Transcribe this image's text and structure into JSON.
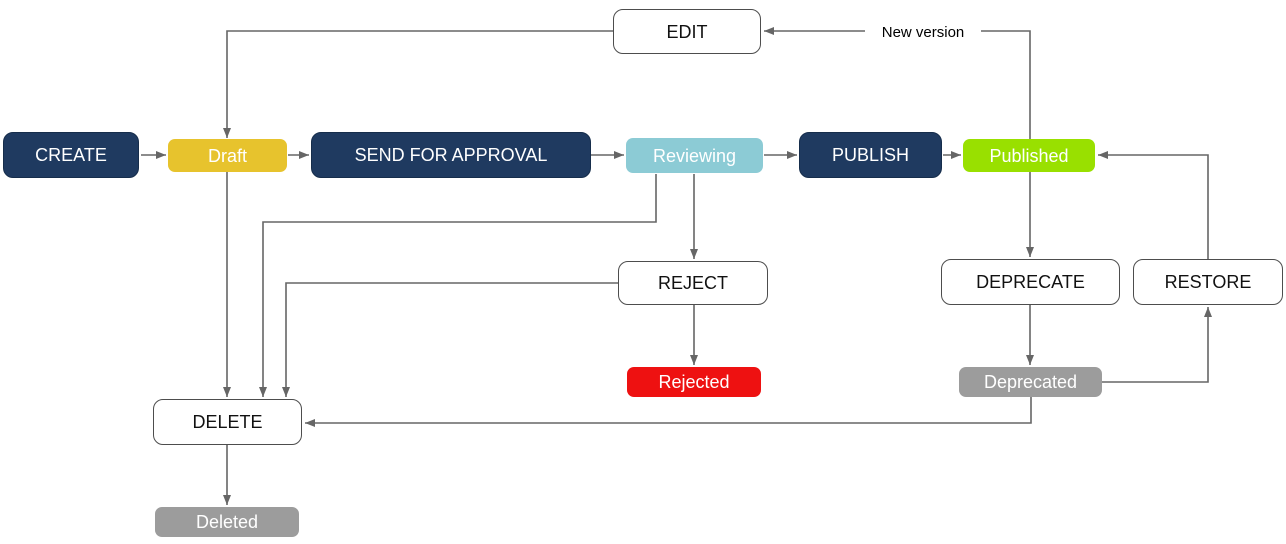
{
  "nodes": {
    "create": {
      "label": "CREATE",
      "kind": "action"
    },
    "draft": {
      "label": "Draft",
      "kind": "state"
    },
    "send_for_approval": {
      "label": "SEND FOR APPROVAL",
      "kind": "action"
    },
    "reviewing": {
      "label": "Reviewing",
      "kind": "state"
    },
    "publish": {
      "label": "PUBLISH",
      "kind": "action"
    },
    "published": {
      "label": "Published",
      "kind": "state"
    },
    "edit": {
      "label": "EDIT",
      "kind": "action"
    },
    "reject": {
      "label": "REJECT",
      "kind": "action"
    },
    "rejected": {
      "label": "Rejected",
      "kind": "state"
    },
    "delete": {
      "label": "DELETE",
      "kind": "action"
    },
    "deleted": {
      "label": "Deleted",
      "kind": "state"
    },
    "deprecate": {
      "label": "DEPRECATE",
      "kind": "action"
    },
    "restore": {
      "label": "RESTORE",
      "kind": "action"
    },
    "deprecated": {
      "label": "Deprecated",
      "kind": "state"
    }
  },
  "edge_labels": {
    "new_version": "New version"
  },
  "edges": [
    {
      "from": "create",
      "to": "draft"
    },
    {
      "from": "draft",
      "to": "send_for_approval"
    },
    {
      "from": "send_for_approval",
      "to": "reviewing"
    },
    {
      "from": "reviewing",
      "to": "publish"
    },
    {
      "from": "publish",
      "to": "published"
    },
    {
      "from": "published",
      "to": "edit",
      "label": "New version"
    },
    {
      "from": "edit",
      "to": "draft"
    },
    {
      "from": "draft",
      "to": "delete"
    },
    {
      "from": "reviewing",
      "to": "delete"
    },
    {
      "from": "reviewing",
      "to": "reject"
    },
    {
      "from": "reject",
      "to": "delete"
    },
    {
      "from": "reject",
      "to": "rejected"
    },
    {
      "from": "published",
      "to": "deprecate"
    },
    {
      "from": "deprecate",
      "to": "deprecated"
    },
    {
      "from": "deprecated",
      "to": "restore"
    },
    {
      "from": "restore",
      "to": "published"
    },
    {
      "from": "deprecated",
      "to": "delete"
    },
    {
      "from": "delete",
      "to": "deleted"
    }
  ],
  "colors": {
    "navy": "#1f3a60",
    "yellow": "#e7c32d",
    "teal": "#8ccbd5",
    "green": "#99e000",
    "red": "#ee1111",
    "gray": "#9c9c9c",
    "line": "#666666",
    "border": "#4d4d4d"
  }
}
